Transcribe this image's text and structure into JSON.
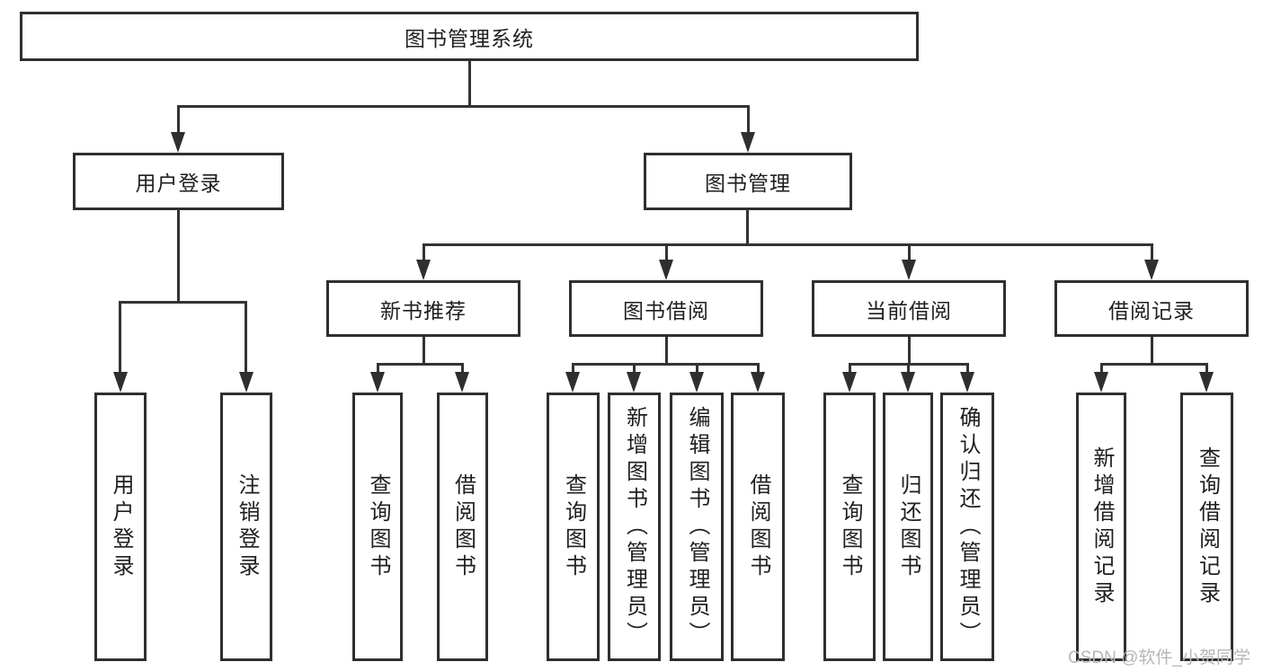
{
  "tree": {
    "root": {
      "label": "图书管理系统",
      "children": [
        {
          "label": "用户登录",
          "children": [
            {
              "label": "用户登录"
            },
            {
              "label": "注销登录"
            }
          ]
        },
        {
          "label": "图书管理",
          "children": [
            {
              "label": "新书推荐",
              "children": [
                {
                  "label": "查询图书"
                },
                {
                  "label": "借阅图书"
                }
              ]
            },
            {
              "label": "图书借阅",
              "children": [
                {
                  "label": "查询图书"
                },
                {
                  "label": "新增图书（管理员）"
                },
                {
                  "label": "编辑图书（管理员）"
                },
                {
                  "label": "借阅图书"
                }
              ]
            },
            {
              "label": "当前借阅",
              "children": [
                {
                  "label": "查询图书"
                },
                {
                  "label": "归还图书"
                },
                {
                  "label": "确认归还（管理员）"
                }
              ]
            },
            {
              "label": "借阅记录",
              "children": [
                {
                  "label": "新增借阅记录"
                },
                {
                  "label": "查询借阅记录"
                }
              ]
            }
          ]
        }
      ]
    }
  },
  "watermark": "CSDN @软件_小贺同学",
  "colors": {
    "line": "#333333",
    "box_border": "#2f2f2f",
    "text": "#1f1f1f",
    "watermark": "#b6b6b6",
    "background": "#ffffff"
  }
}
